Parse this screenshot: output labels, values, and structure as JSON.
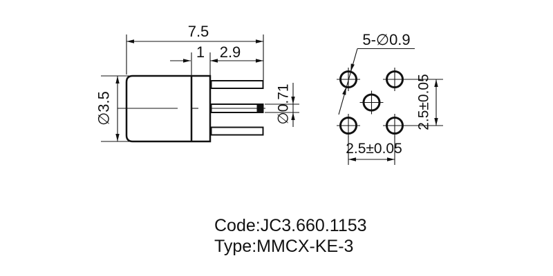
{
  "side_view": {
    "dim_overall_length": "7.5",
    "dim_flange_width": "1",
    "dim_pin_length": "2.9",
    "dim_body_diameter": "∅3.5",
    "dim_pin_diameter": "∅0.71"
  },
  "footprint_view": {
    "dim_hole_callout": "5-∅0.9",
    "dim_pitch_vertical": "2.5±0.05",
    "dim_pitch_horizontal": "2.5±0.05"
  },
  "title_block": {
    "code": "Code:JC3.660.1153",
    "type": "Type:MMCX-KE-3"
  },
  "colors": {
    "line": "#111111",
    "background": "#ffffff"
  }
}
